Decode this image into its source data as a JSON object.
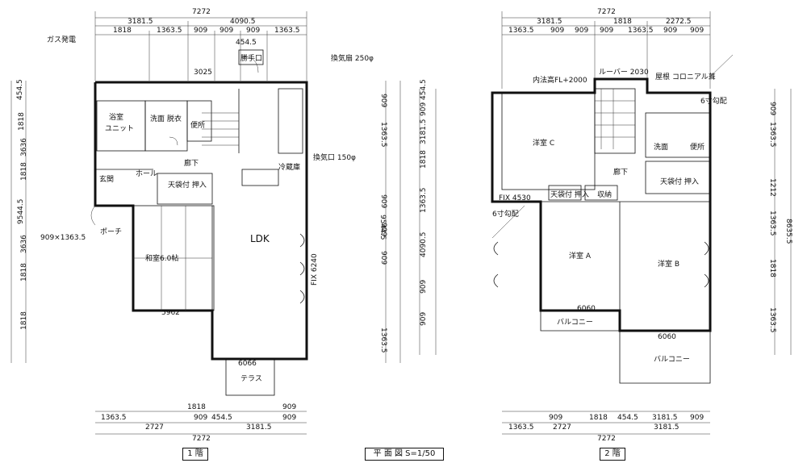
{
  "plan1": {
    "top_total": "7272",
    "top_a": "3181.5",
    "top_b": "4090.5",
    "top_row2": [
      "1818",
      "1363.5",
      "909",
      "909",
      "909",
      "1363.5"
    ],
    "top_small": "454.5",
    "bottom_row1": [
      "1363.5",
      "2727",
      "909",
      "454.5",
      "3181.5",
      "909"
    ],
    "bottom_row0": [
      "1818",
      "909"
    ],
    "bottom_total": "7272",
    "left_total": "9544.5",
    "left_row": [
      "454.5",
      "1818",
      "3636",
      "1818",
      "3636",
      "1818",
      "1818"
    ],
    "right_row": [
      "909",
      "1363.5",
      "909",
      "909",
      "909",
      "1363.5"
    ],
    "right_total": "9544.5",
    "rooms": {
      "bath": "浴室",
      "bath_unit": "ユニット",
      "wash": "洗面 脱衣",
      "toilet": "便所",
      "entrance": "玄関",
      "hall": "ホール",
      "corridor": "廊下",
      "washitsu": "和室6.0帖",
      "ldk": "LDK",
      "terrace": "テラス",
      "porch": "ポーチ",
      "storage": "天袋付 押入",
      "kitchen": "冷蔵庫",
      "service": "勝手口"
    },
    "notes": [
      "ガス発電",
      "換気扇 250φ",
      "換気口 150φ",
      "FIX 6240",
      "6066",
      "5962",
      "3025",
      "909×1363.5"
    ],
    "caption": "1 階"
  },
  "plan2": {
    "top_total": "7272",
    "top_a": "3181.5",
    "top_b": "1818",
    "top_c": "2272.5",
    "top_row2": [
      "1363.5",
      "909",
      "909",
      "909",
      "1363.5",
      "909",
      "909"
    ],
    "bottom_row1": [
      "909",
      "1818",
      "454.5",
      "3181.5",
      "909"
    ],
    "bottom_row0": [
      "1363.5",
      "2727",
      "3181.5"
    ],
    "bottom_total": "7272",
    "left_row": [
      "454.5",
      "909",
      "3181.5",
      "1818",
      "1363.5",
      "4090.5",
      "909",
      "909"
    ],
    "right_row": [
      "909",
      "1363.5",
      "1212",
      "1363.5",
      "1818",
      "1363.5"
    ],
    "right_total": "8635.5",
    "rooms": {
      "c": "洋室 C",
      "a": "洋室 A",
      "b": "洋室 B",
      "corridor": "廊下",
      "toilet": "便所",
      "wash": "洗面",
      "storage1": "天袋付 押入",
      "storage2": "天袋付 押入",
      "balcony1": "バルコニー",
      "balcony2": "バルコニー",
      "closet": "収納"
    },
    "notes": [
      "6寸勾配",
      "FIX 4530",
      "6060",
      "6060",
      "ルーバー 2030",
      "屋根 コロニアル葺",
      "6寸勾配",
      "内法高FL+2000"
    ],
    "caption": "2 階"
  },
  "scale_caption": "平 面 図  S=1/50"
}
